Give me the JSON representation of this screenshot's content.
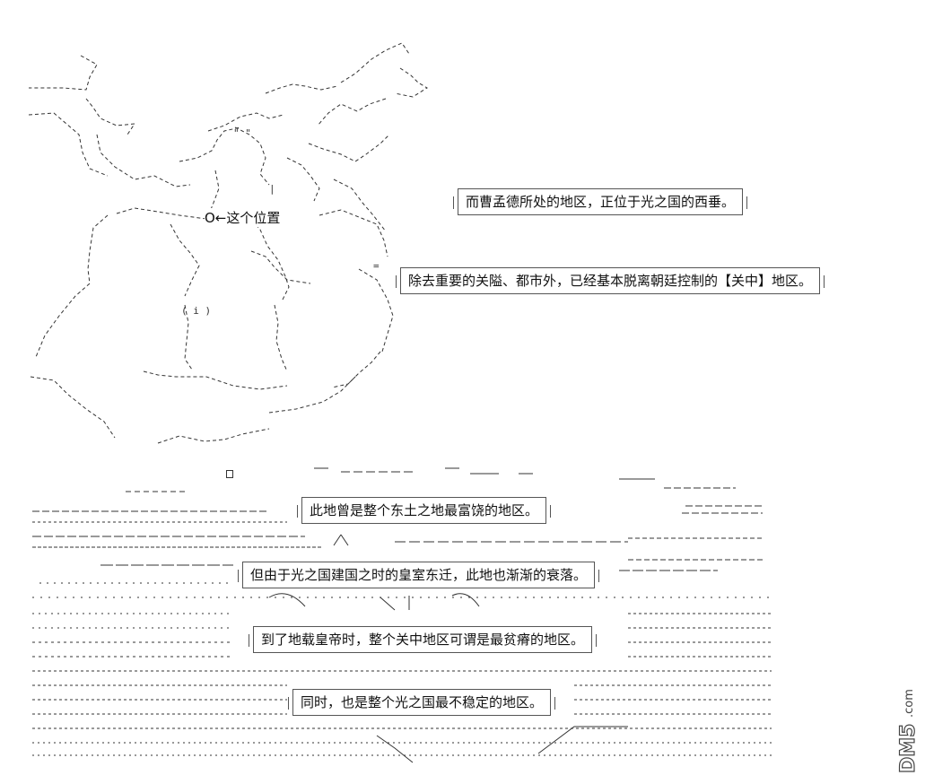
{
  "map": {
    "location_marker": "O←这个位置"
  },
  "narration": [
    "而曹孟德所处的地区，正位于光之国的西垂。",
    "除去重要的关隘、都市外，已经基本脱离朝廷控制的【关中】地区。",
    "此地曾是整个东土之地最富饶的地区。",
    "但由于光之国建国之时的皇室东迁，此地也渐渐的衰落。",
    "到了地载皇帝时，整个关中地区可谓是最贫瘠的地区。",
    "同时，也是整个光之国最不稳定的地区。"
  ],
  "watermark": {
    "text": "DM5.com"
  }
}
